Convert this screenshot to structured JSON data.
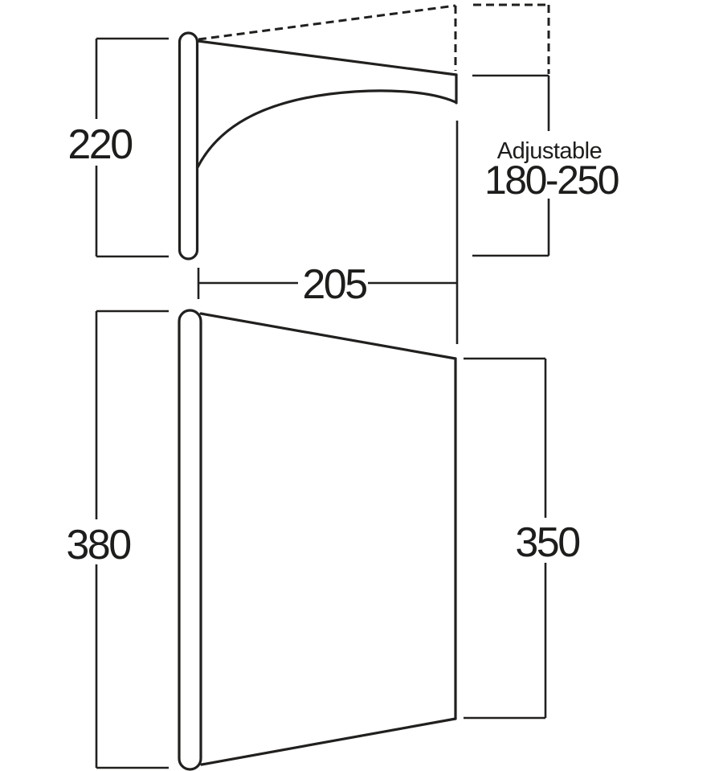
{
  "diagram": {
    "description": "Tent sun canopy dimension drawing, side view and plan view",
    "side_view": {
      "pole_height": "220",
      "depth": "205",
      "adjustable_label": "Adjustable",
      "adjustable_range": "180-250"
    },
    "top_view": {
      "back_width": "380",
      "front_width": "350"
    },
    "colors": {
      "line": "#21201e",
      "text": "#1d1d1b",
      "background": "#ffffff"
    }
  }
}
